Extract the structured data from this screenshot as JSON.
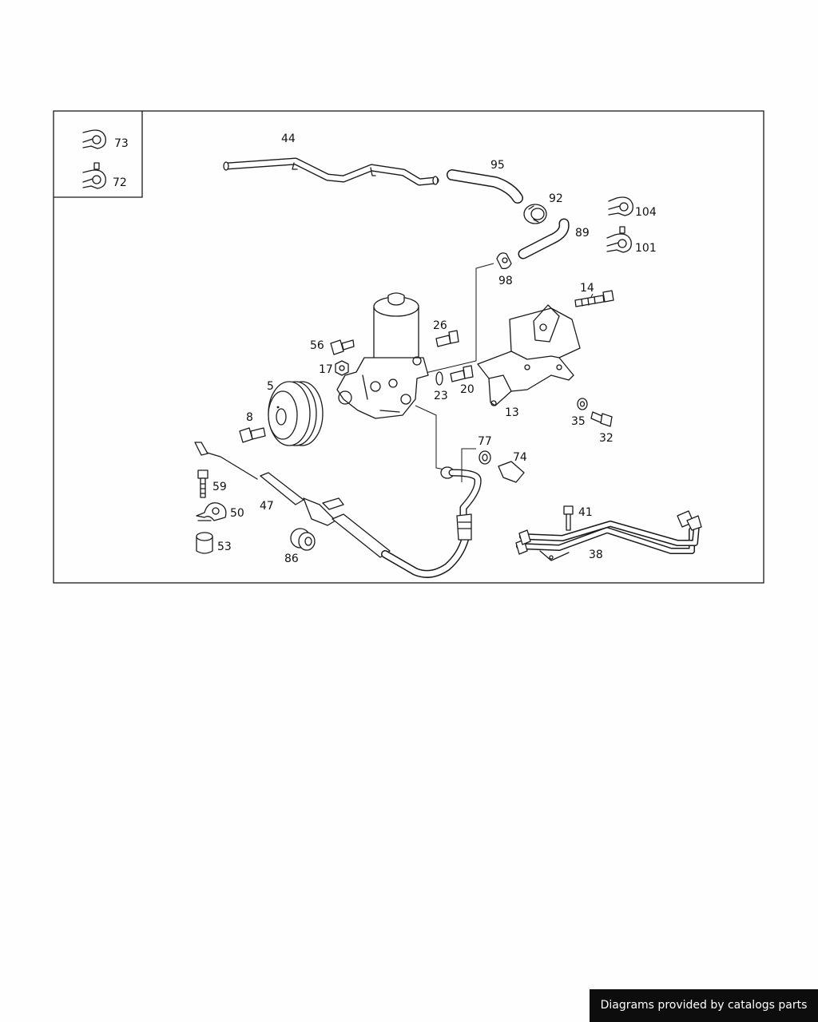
{
  "footer": {
    "text": "Diagrams provided by catalogs parts"
  },
  "callouts": {
    "p73": "73",
    "p72": "72",
    "p44": "44",
    "p95": "95",
    "p92": "92",
    "p104": "104",
    "p101": "101",
    "p89": "89",
    "p98": "98",
    "p14": "14",
    "p26": "26",
    "p56": "56",
    "p17": "17",
    "p5": "5",
    "p23": "23",
    "p20": "20",
    "p13": "13",
    "p8": "8",
    "p35": "35",
    "p32": "32",
    "p77": "77",
    "p74": "74",
    "p59": "59",
    "p50": "50",
    "p47": "47",
    "p41": "41",
    "p53": "53",
    "p86": "86",
    "p38": "38"
  }
}
